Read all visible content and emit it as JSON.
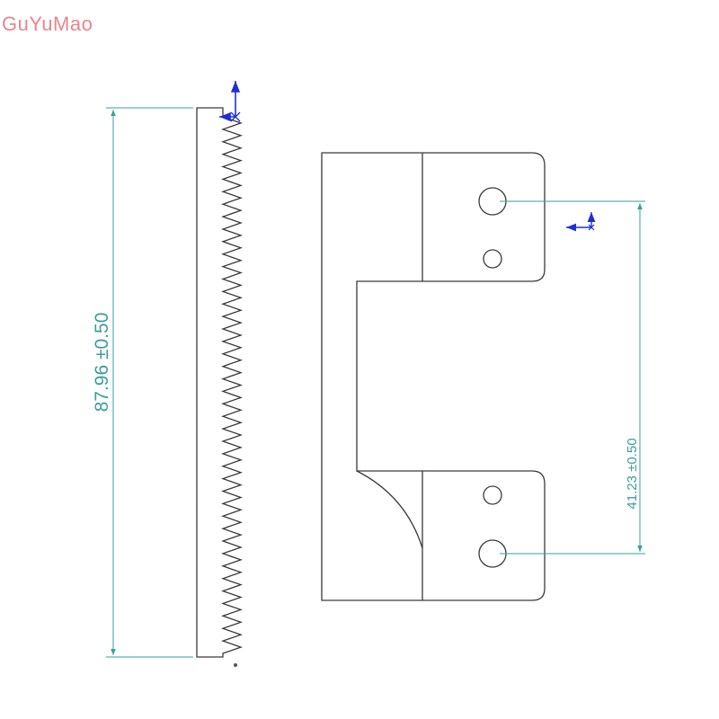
{
  "watermark": {
    "text": "GuYuMao"
  },
  "colors": {
    "watermark": "#e7868c",
    "outline": "#3a3a3a",
    "dimension": "#3a9e9a",
    "triad": "#1f2fd6"
  },
  "dimensions": {
    "blade_length": "87.96 ±0.50",
    "hole_spacing": "41.23 ±0.50"
  },
  "icons": {
    "origin_triad": "coordinate-triad-icon"
  }
}
